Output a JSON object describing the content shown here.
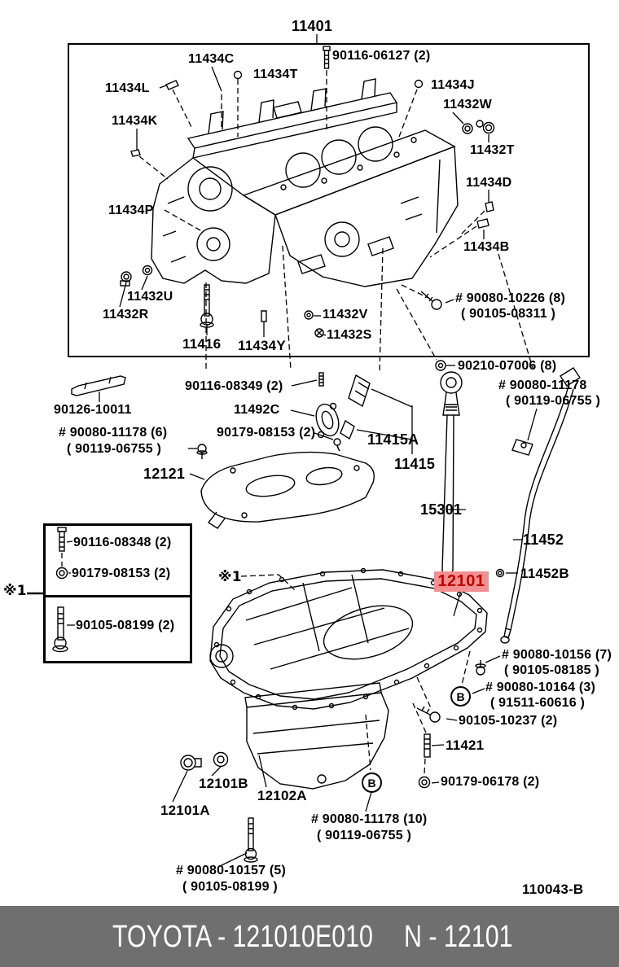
{
  "assembly_label": "11401",
  "figure_code": "110043-B",
  "highlight": {
    "part": "12101",
    "bg": "#f09090",
    "fg": "#c00000"
  },
  "callouts": {
    "b": "B"
  },
  "notes": {
    "left": "※1",
    "pan": "※1"
  },
  "footer": {
    "left": "TOYOTA - 121010E010",
    "right": "N - 12101",
    "bg": "#6f6f6f"
  },
  "parts": {
    "p90116_06127": "90116-06127 (2)",
    "p11434c": "11434C",
    "p11434t": "11434T",
    "p11434l": "11434L",
    "p11434k": "11434K",
    "p11434j": "11434J",
    "p11432w": "11432W",
    "p11432t": "11432T",
    "p11434d": "11434D",
    "p11434b": "11434B",
    "p11434p": "11434P",
    "p11432u": "11432U",
    "p11432r": "11432R",
    "p11416": "11416",
    "p11434y": "11434Y",
    "p11432v": "11432V",
    "p11432s": "11432S",
    "p90080_10226": "# 90080-10226 (8)",
    "p90105_08311": "( 90105-08311 )",
    "p90210_07006": "90210-07006 (8)",
    "p90126_10011": "90126-10011",
    "p90116_08349": "90116-08349 (2)",
    "p11492c": "11492C",
    "p90080_11178_6": "# 90080-11178 (6)",
    "p90119_06755_a": "( 90119-06755 )",
    "p90179_08153_c": "90179-08153 (2)",
    "p12121": "12121",
    "p11415a": "11415A",
    "p11415": "11415",
    "p90080_11178_r": "# 90080-11178",
    "p90119_06755_r": "( 90119-06755 )",
    "p15301": "15301",
    "p11452": "11452",
    "p11452b": "11452B",
    "box90116_08348": "90116-08348 (2)",
    "box90179_08153": "90179-08153 (2)",
    "box90105_08199": "90105-08199 (2)",
    "p90080_10156": "# 90080-10156 (7)",
    "p90105_08185": "( 90105-08185 )",
    "p90080_10164": "# 90080-10164 (3)",
    "p91511_60616": "( 91511-60616 )",
    "p90105_10237": "90105-10237 (2)",
    "p11421": "11421",
    "p90179_06178": "90179-06178 (2)",
    "p12101b": "12101B",
    "p12102a": "12102A",
    "p12101a": "12101A",
    "p90080_11178_10": "# 90080-11178 (10)",
    "p90119_06755_b": "( 90119-06755 )",
    "p90080_10157": "# 90080-10157 (5)",
    "p90105_08199_b": "( 90105-08199 )"
  }
}
